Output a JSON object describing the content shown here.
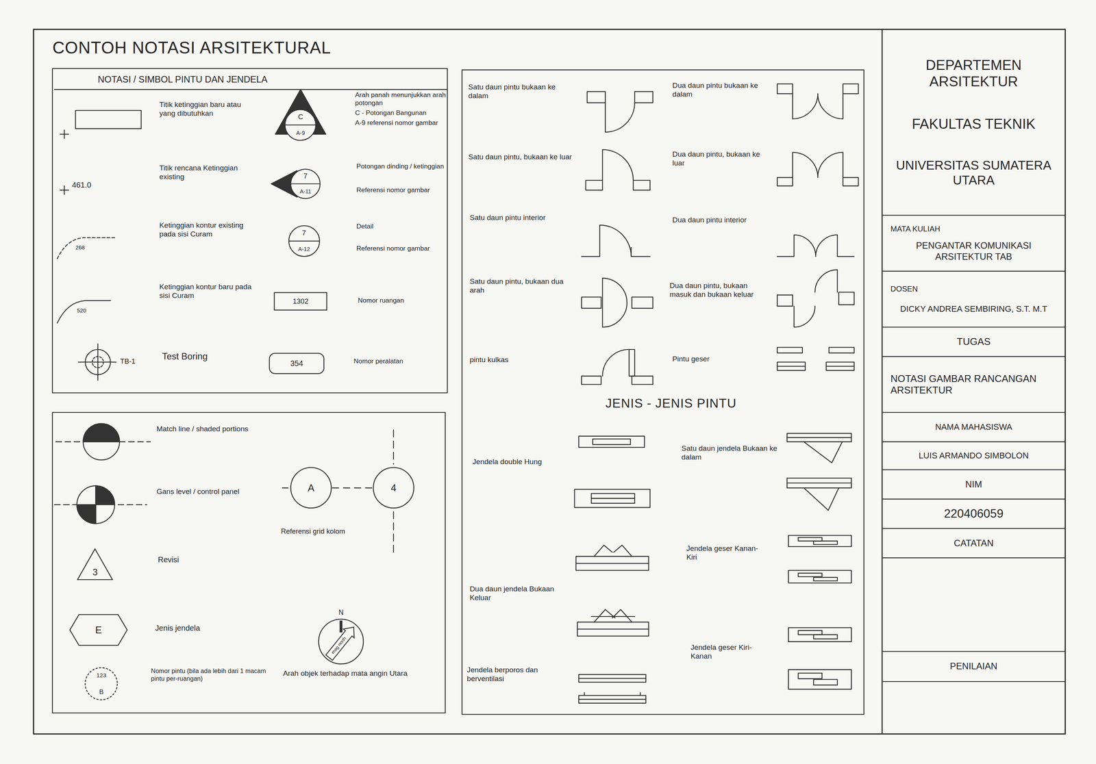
{
  "diagram": {
    "title": "CONTOH NOTASI ARSITEKTURAL",
    "nodes": [
      {
        "text": [
          "C",
          "A-9"
        ]
      },
      {
        "text": [
          "7",
          "A-11"
        ]
      },
      {
        "text": [
          "7",
          "A-12"
        ]
      },
      {
        "text": [
          "1302"
        ]
      },
      {
        "text": [
          "354"
        ]
      },
      {
        "text": [
          "A"
        ]
      },
      {
        "text": [
          "4"
        ]
      },
      {
        "text": [
          "3"
        ]
      },
      {
        "text": [
          "E"
        ]
      },
      {
        "text": [
          "123",
          "B"
        ]
      },
      {
        "text": [
          "N",
          "mag north"
        ]
      },
      {
        "text": [
          "DEPARTEMEN ARSITEKTUR",
          "FAKULTAS TEKNIK",
          "UNIVERSITAS SUMATERA UTARA"
        ]
      },
      {
        "text": [
          "MATA KULIAH",
          "PENGANTAR KOMUNIKASI ARSITEKTUR TAB"
        ]
      },
      {
        "text": [
          "DOSEN",
          "DICKY ANDREA SEMBIRING, S.T. M.T"
        ]
      },
      {
        "text": [
          "TUGAS"
        ]
      },
      {
        "text": [
          "NOTASI GAMBAR RANCANGAN ARSITEKTUR"
        ]
      },
      {
        "text": [
          "NAMA MAHASISWA"
        ]
      },
      {
        "text": [
          "LUIS ARMANDO SIMBOLON"
        ]
      },
      {
        "text": [
          "NIM"
        ]
      },
      {
        "text": [
          "220406059"
        ]
      },
      {
        "text": [
          "CATATAN"
        ]
      },
      {
        "text": [
          "PENILAIAN"
        ]
      }
    ],
    "edges": [
      {
        "from": 5,
        "to": 6,
        "arrow": "none"
      }
    ],
    "labels": [
      "NOTASI / SIMBOL PINTU DAN JENDELA",
      "Titik ketinggian baru atau yang dibutuhkan",
      "461.0",
      "Titik rencana Ketinggian existing",
      "268",
      "Ketinggian kontur existing pada sisi Curam",
      "520",
      "Ketinggian kontur baru pada sisi Curam",
      "TB-1",
      "Test Boring",
      "Arah panah menunjukkan arah potongan",
      "C - Potongan Bangunan",
      "A-9 referensi nomor gambar",
      "Potongan dinding / ketinggian",
      "Referensi nomor gambar",
      "Detail",
      "Referensi nomor gambar",
      "Nomor ruangan",
      "Nomor peralatan",
      "Match line / shaded portions",
      "Gans level / control panel",
      "Revisi",
      "Jenis jendela",
      "Nomor pintu (bila ada lebih dari 1 macam pintu per-ruangan)",
      "Referensi grid kolom",
      "Arah objek terhadap mata angin Utara",
      "Satu daun pintu bukaan ke dalam",
      "Dua daun pintu bukaan ke dalam",
      "Satu daun pintu, bukaan ke luar",
      "Dua daun pintu, bukaan ke luar",
      "Satu daun pintu interior",
      "Dua daun pintu interior",
      "Satu daun pintu, bukaan dua arah",
      "Dua daun pintu, bukaan masuk dan bukaan keluar",
      "pintu kulkas",
      "Pintu geser",
      "JENIS - JENIS PINTU",
      "Jendela double Hung",
      "Satu daun jendela Bukaan ke dalam",
      "Jendela geser Kanan-Kiri",
      "Dua daun jendela Bukaan Keluar",
      "Jendela berporos dan berventilasi",
      "Jendela geser Kiri-Kanan"
    ]
  }
}
